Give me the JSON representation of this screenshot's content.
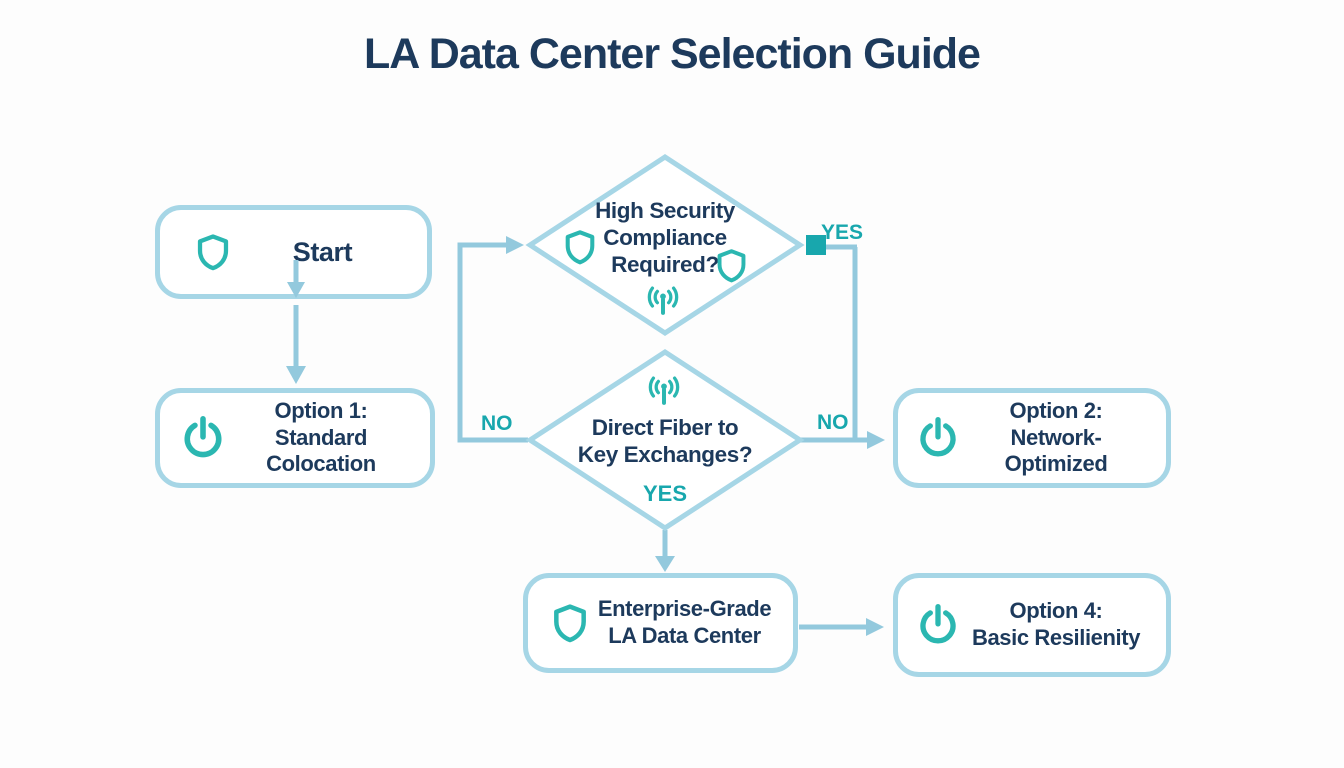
{
  "title": "LA Data Center Selection Guide",
  "nodes": {
    "start": {
      "label": "Start",
      "icon": "shield-icon"
    },
    "option1": {
      "label": "Option 1: Standard\nColocation",
      "icon": "power-icon"
    },
    "option2": {
      "label": "Option 2:\nNetwork-Optimized",
      "icon": "power-icon"
    },
    "enterprise": {
      "label": "Enterprise-Grade\nLA Data Center",
      "icon": "shield-icon"
    },
    "option4": {
      "label": "Option 4:\nBasic Resilienity",
      "icon": "power-icon"
    }
  },
  "decisions": {
    "d1": {
      "question": "High Security\nCompliance\nRequired?",
      "icons": [
        "shield-icon",
        "shield-icon",
        "antenna-icon"
      ]
    },
    "d2": {
      "question": "Direct Fiber to\nKey Exchanges?",
      "inner_label": "YES",
      "icons": [
        "antenna-icon"
      ]
    }
  },
  "edge_labels": {
    "yes_top": "YES",
    "no_left": "NO",
    "no_right": "NO"
  },
  "colors": {
    "navy": "#1d3a5c",
    "border": "#a6d6e6",
    "line": "#93c9dd",
    "teal": "#2bb7b1",
    "teal_dark": "#18a7ad",
    "background": "#fdfdfd"
  }
}
